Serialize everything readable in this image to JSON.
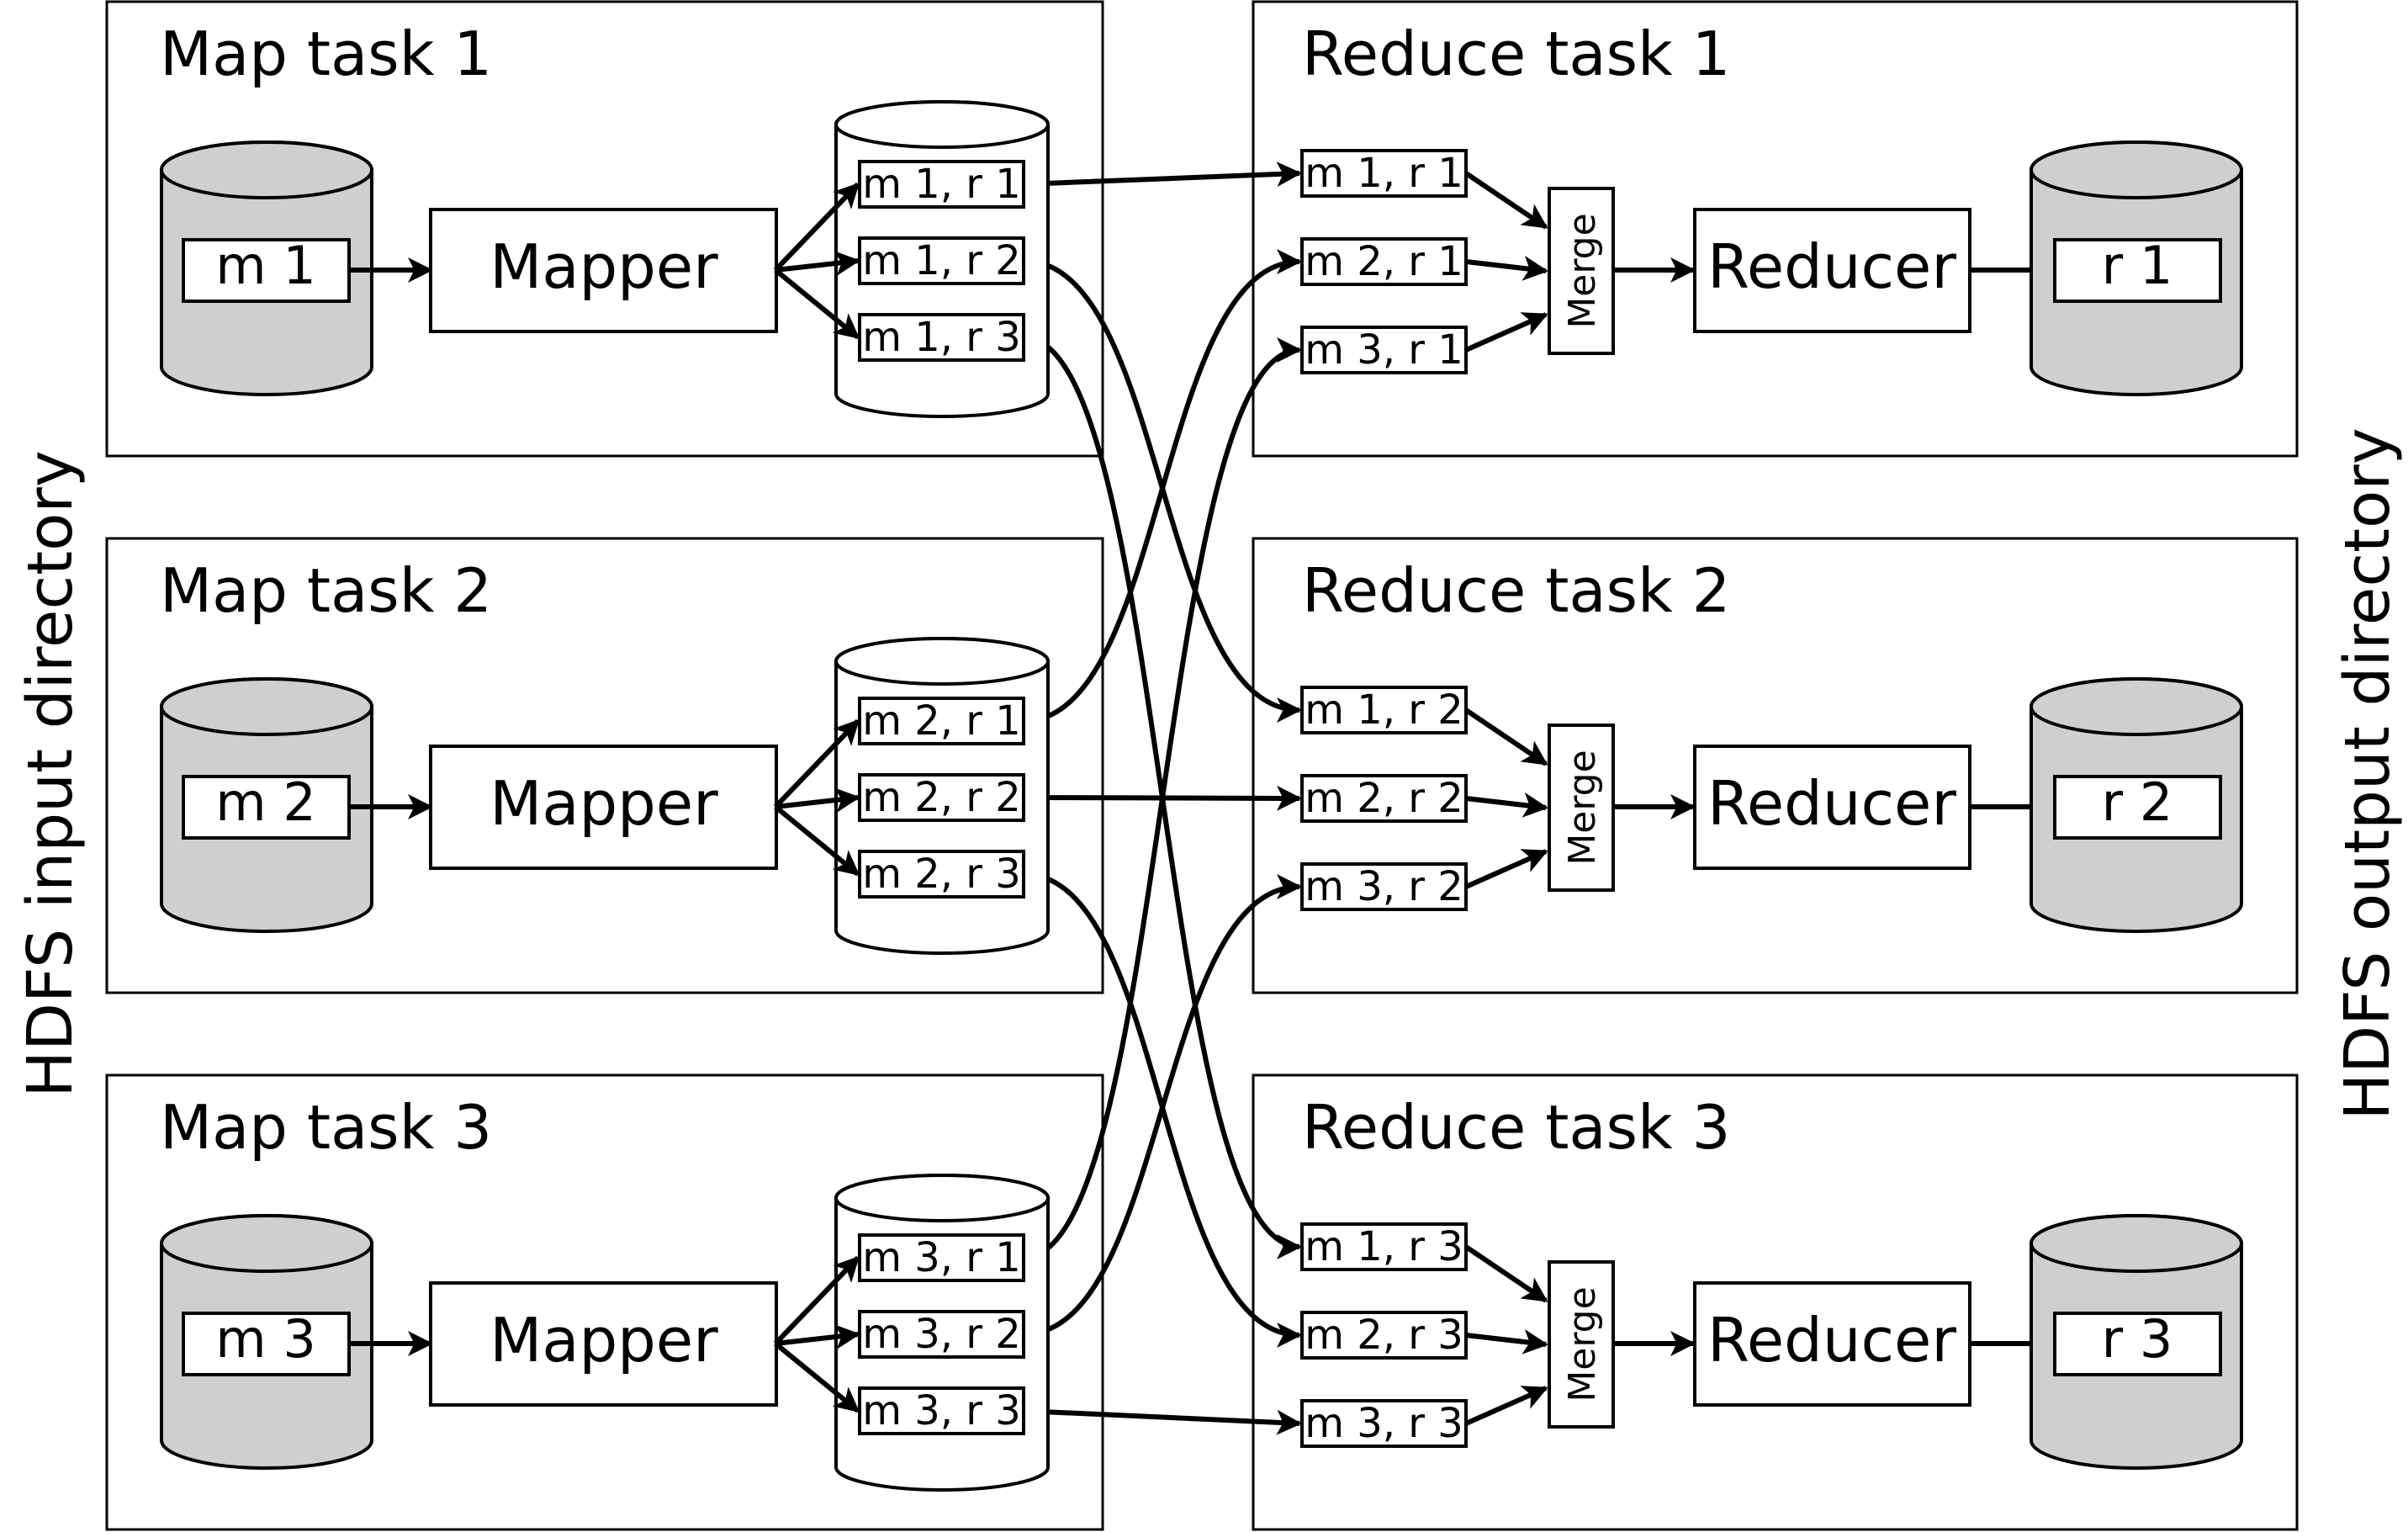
{
  "side_labels": {
    "left": "HDFS input directory",
    "right": "HDFS output directory"
  },
  "map_tasks": [
    {
      "title": "Map task 1",
      "input": "m 1",
      "mapper": "Mapper",
      "partitions": [
        "m 1, r 1",
        "m 1, r 2",
        "m 1, r 3"
      ]
    },
    {
      "title": "Map task 2",
      "input": "m 2",
      "mapper": "Mapper",
      "partitions": [
        "m 2, r 1",
        "m 2, r 2",
        "m 2, r 3"
      ]
    },
    {
      "title": "Map task 3",
      "input": "m 3",
      "mapper": "Mapper",
      "partitions": [
        "m 3, r 1",
        "m 3, r 2",
        "m 3, r 3"
      ]
    }
  ],
  "reduce_tasks": [
    {
      "title": "Reduce task 1",
      "inputs": [
        "m 1, r 1",
        "m 2, r 1",
        "m 3, r 1"
      ],
      "merge": "Merge",
      "reducer": "Reducer",
      "output": "r 1"
    },
    {
      "title": "Reduce task 2",
      "inputs": [
        "m 1, r 2",
        "m 2, r 2",
        "m 3, r 2"
      ],
      "merge": "Merge",
      "reducer": "Reducer",
      "output": "r 2"
    },
    {
      "title": "Reduce task 3",
      "inputs": [
        "m 1, r 3",
        "m 2, r 3",
        "m 3, r 3"
      ],
      "merge": "Merge",
      "reducer": "Reducer",
      "output": "r 3"
    }
  ],
  "colors": {
    "cylinder_fill": "#cfcfcf",
    "stroke": "#000000",
    "background": "#ffffff"
  }
}
